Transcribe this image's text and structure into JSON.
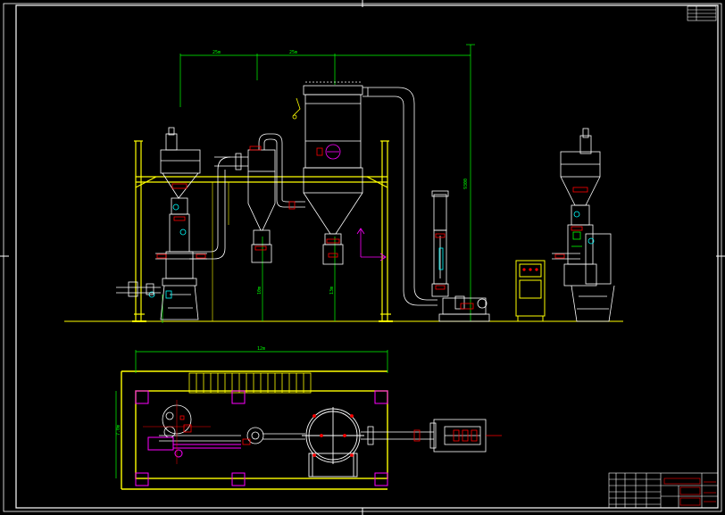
{
  "drawing": {
    "background": "#000000",
    "colors": {
      "frame": "#ffffff",
      "structure": "#ffff00",
      "equipment": "#ffffff",
      "dimension": "#00ff00",
      "anchor": "#ff00ff",
      "piping": "#ffffff",
      "titleblock": "#ff0000"
    },
    "dimension_labels": {
      "span_left": "25m",
      "span_right": "25m",
      "total_height": "9300",
      "height_left": "10m",
      "height_mid": "13m",
      "plan_width": "12m",
      "plan_depth": "7.0m"
    },
    "views": [
      "elevation-view",
      "side-elevation-view",
      "plan-view"
    ],
    "icons": [
      "axis-marker-icon",
      "crosshair-icon",
      "title-block-icon"
    ]
  }
}
